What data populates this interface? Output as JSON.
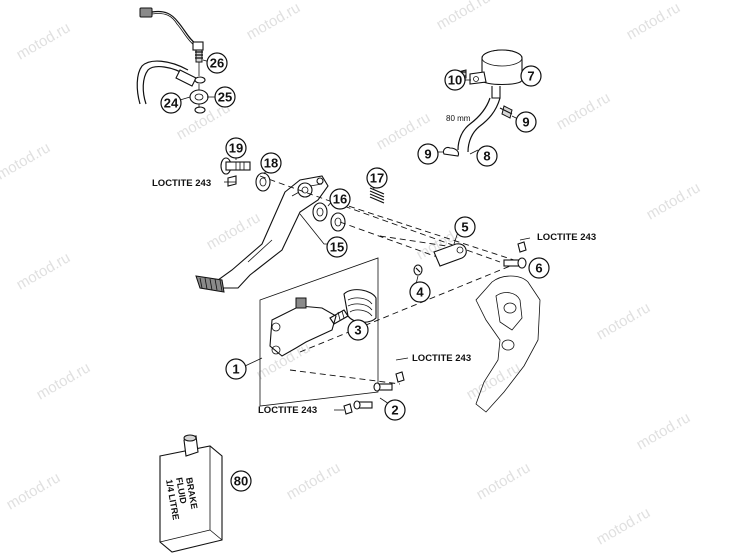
{
  "watermark": "motod.ru",
  "callouts": {
    "c1": "1",
    "c2": "2",
    "c3": "3",
    "c4": "4",
    "c5": "5",
    "c6": "6",
    "c7": "7",
    "c8": "8",
    "c9a": "9",
    "c9b": "9",
    "c10": "10",
    "c15": "15",
    "c16": "16",
    "c17": "17",
    "c18": "18",
    "c19": "19",
    "c24": "24",
    "c25": "25",
    "c26": "26",
    "c80": "80"
  },
  "labels": {
    "loctite_top_left": "LOCTITE 243",
    "loctite_top_right": "LOCTITE 243",
    "loctite_mid": "LOCTITE 243",
    "loctite_bottom": "LOCTITE 243",
    "hose_length": "80 mm"
  },
  "can": {
    "line1": "BRAKE",
    "line2": "FLUID",
    "line3": "1/4 LITRE"
  }
}
